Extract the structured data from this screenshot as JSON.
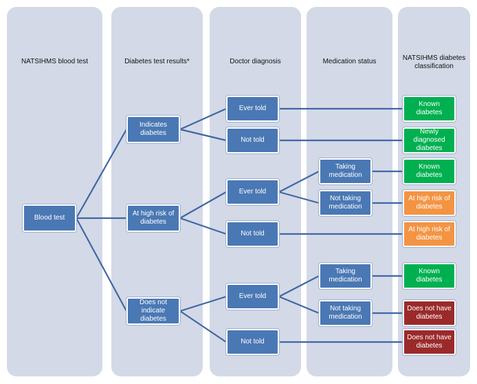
{
  "columns": [
    {
      "title": "NATSIHMS blood test"
    },
    {
      "title": "Diabetes test results*"
    },
    {
      "title": "Doctor diagnosis"
    },
    {
      "title": "Medication status"
    },
    {
      "title": "NATSIHMS diabetes classification"
    }
  ],
  "nodes": {
    "blood_test": "Blood test",
    "indicates_diabetes": "Indicates diabetes",
    "high_risk": "At high risk of diabetes",
    "does_not_indicate": "Does not indicate diabetes",
    "ever_told_1": "Ever told",
    "not_told_1": "Not told",
    "ever_told_2": "Ever told",
    "not_told_2": "Not told",
    "ever_told_3": "Ever told",
    "not_told_3": "Not told",
    "taking_2": "Taking medication",
    "not_taking_2": "Not taking medication",
    "taking_3": "Taking medication",
    "not_taking_3": "Not taking medication",
    "class_known_1": "Known diabetes",
    "class_newly": "Newly diagnosed diabetes",
    "class_known_2": "Known diabetes",
    "class_high_1": "At high risk of diabetes",
    "class_high_2": "At high risk of diabetes",
    "class_known_3": "Known diabetes",
    "class_not_1": "Does not have diabetes",
    "class_not_2": "Does not have diabetes"
  },
  "colors": {
    "column_bg": "#d3d9e7",
    "node_blue": "#4a78b4",
    "known": "#00b050",
    "high_risk": "#f39443",
    "not_have": "#9a2a2a",
    "connector": "#3f67a3"
  }
}
